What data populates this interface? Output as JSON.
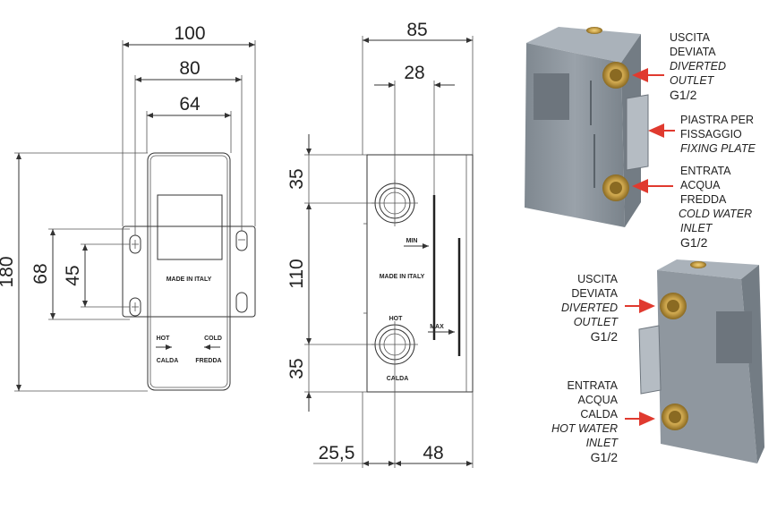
{
  "dims": {
    "d100": "100",
    "d80": "80",
    "d64": "64",
    "d180": "180",
    "d68": "68",
    "d45": "45",
    "d85": "85",
    "d28": "28",
    "d35a": "35",
    "d110": "110",
    "d35b": "35",
    "d25_5": "25,5",
    "d48": "48"
  },
  "front": {
    "made_in": "MADE IN ITALY",
    "hot": "HOT",
    "calda": "CALDA",
    "cold": "COLD",
    "fredda": "FREDDA"
  },
  "side": {
    "made_in": "MADE IN ITALY",
    "min": "MIN",
    "max": "MAX",
    "hot": "HOT",
    "calda": "CALDA"
  },
  "labels": {
    "diverted_top": [
      "USCITA",
      "DEVIATA",
      "DIVERTED",
      "OUTLET",
      "G1/2"
    ],
    "fixing_plate": [
      "PIASTRA PER",
      "FISSAGGIO",
      "FIXING PLATE"
    ],
    "cold_inlet": [
      "ENTRATA",
      "ACQUA",
      "FREDDA",
      "COLD WATER",
      "INLET",
      "G1/2"
    ],
    "diverted_bottom": [
      "USCITA",
      "DEVIATA",
      "DIVERTED",
      "OUTLET",
      "G1/2"
    ],
    "hot_inlet": [
      "ENTRATA",
      "ACQUA",
      "CALDA",
      "HOT WATER",
      "INLET",
      "G1/2"
    ]
  },
  "colors": {
    "body": "#8d959d",
    "brass": "#c9a24a",
    "arrow": "#e03a2f"
  }
}
